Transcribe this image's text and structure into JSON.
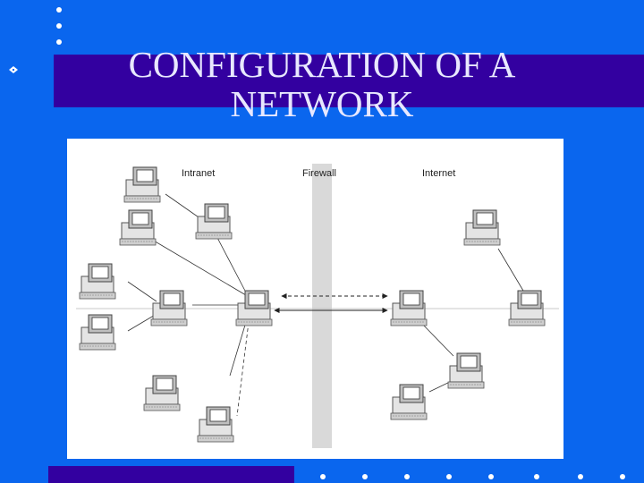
{
  "slide": {
    "title": "CONFIGURATION OF A NETWORK",
    "accent_color": "#3300a0",
    "background_color": "#0a66ee"
  },
  "diagram": {
    "labels": {
      "intranet": "Intranet",
      "firewall": "Firewall",
      "internet": "Internet"
    }
  }
}
